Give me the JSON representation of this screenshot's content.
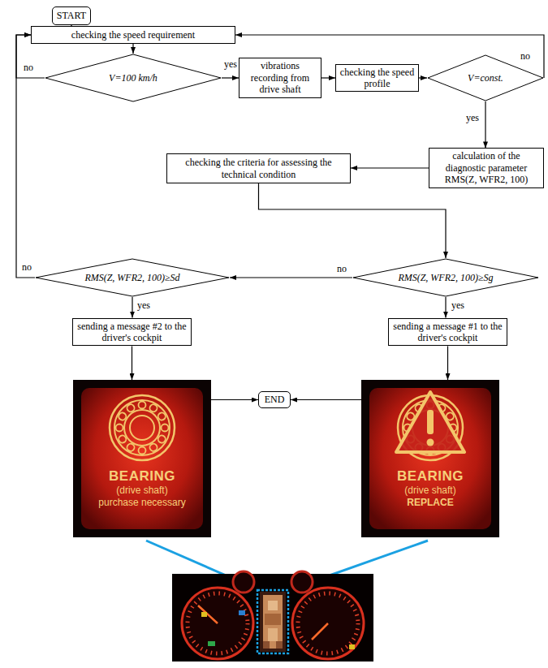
{
  "diagram": {
    "nodes": [
      {
        "text": [
          "START"
        ]
      },
      {
        "text": [
          "checking the speed requirement"
        ]
      },
      {
        "text": [
          "V=100 km/h"
        ]
      },
      {
        "text": [
          "vibrations recording from drive shaft"
        ]
      },
      {
        "text": [
          "checking the speed profile"
        ]
      },
      {
        "text": [
          "V=const."
        ]
      },
      {
        "text": [
          "calculation of the diagnostic parameter RMS(Z, WFR2, 100)"
        ]
      },
      {
        "text": [
          "checking the criteria for assessing the technical condition"
        ]
      },
      {
        "text": [
          "RMS(Z, WFR2, 100)≥Sd"
        ]
      },
      {
        "text": [
          "RMS(Z, WFR2, 100)≥Sg"
        ]
      },
      {
        "text": [
          "sending a message #2 to the driver's cockpit"
        ]
      },
      {
        "text": [
          "sending a message #1 to the driver's cockpit"
        ]
      },
      {
        "text": [
          "BEARING",
          "(drive shaft)",
          "purchase necessary"
        ]
      },
      {
        "text": [
          "END"
        ]
      },
      {
        "text": [
          "BEARING",
          "(drive shaft)",
          "REPLACE"
        ]
      }
    ],
    "edges": [
      {
        "from": 0,
        "to": 1,
        "arrow": "to"
      },
      {
        "from": 1,
        "to": 2,
        "arrow": "to"
      },
      {
        "from": 2,
        "to": 3,
        "label": "yes",
        "arrow": "to"
      },
      {
        "from": 3,
        "to": 4,
        "arrow": "to"
      },
      {
        "from": 4,
        "to": 5,
        "arrow": "to"
      },
      {
        "from": 5,
        "to": 1,
        "label": "no",
        "arrow": "to"
      },
      {
        "from": 5,
        "to": 6,
        "label": "yes",
        "arrow": "to"
      },
      {
        "from": 6,
        "to": 7,
        "arrow": "to"
      },
      {
        "from": 7,
        "to": 9,
        "arrow": "to"
      },
      {
        "from": 9,
        "to": 8,
        "label": "no",
        "arrow": "to"
      },
      {
        "from": 8,
        "to": 1,
        "label": "no",
        "arrow": "to"
      },
      {
        "from": 2,
        "to": 1,
        "label": "no",
        "arrow": "to"
      },
      {
        "from": 8,
        "to": 10,
        "label": "yes",
        "arrow": "to"
      },
      {
        "from": 9,
        "to": 11,
        "label": "yes",
        "arrow": "to"
      },
      {
        "from": 10,
        "to": 12,
        "arrow": "to"
      },
      {
        "from": 11,
        "to": 14,
        "arrow": "to"
      },
      {
        "from": 12,
        "to": 13,
        "arrow": "to"
      },
      {
        "from": 14,
        "to": 13,
        "arrow": "to"
      }
    ]
  }
}
